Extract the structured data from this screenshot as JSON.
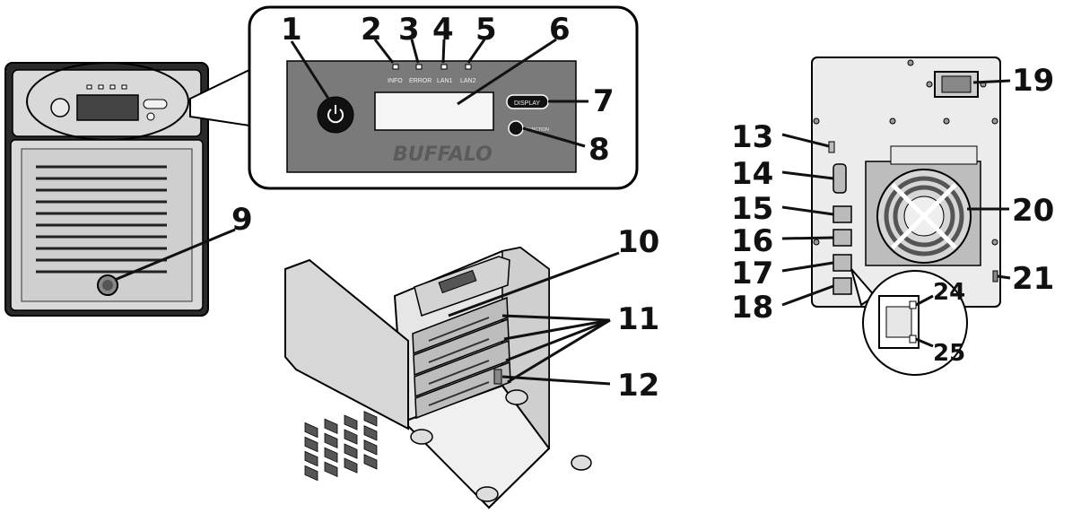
{
  "callouts": {
    "n1": "1",
    "n2": "2",
    "n3": "3",
    "n4": "4",
    "n5": "5",
    "n6": "6",
    "n7": "7",
    "n8": "8",
    "n9": "9",
    "n10": "10",
    "n11": "11",
    "n12": "12",
    "n13": "13",
    "n14": "14",
    "n15": "15",
    "n16": "16",
    "n17": "17",
    "n18": "18",
    "n19": "19",
    "n20": "20",
    "n21": "21",
    "n24": "24",
    "n25": "25"
  },
  "panel": {
    "led_info": "INFO",
    "led_error": "ERROR",
    "led_lan1": "LAN1",
    "led_lan2": "LAN2",
    "display_button": "DISPLAY",
    "function_button": "FUNCTION",
    "brand_logo": "BUFFALO"
  },
  "colors": {
    "panel_gray": "#7a7a7a",
    "device_dark": "#222222",
    "line": "#111111"
  },
  "icons": {
    "power_button": "power-icon"
  }
}
